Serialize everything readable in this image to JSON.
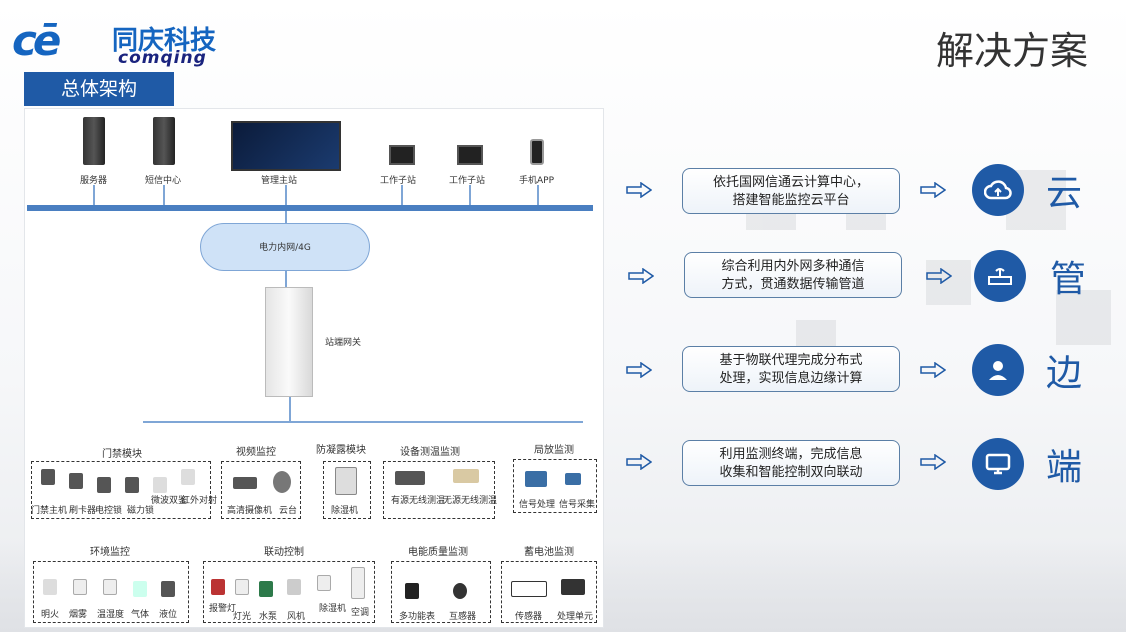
{
  "brand": {
    "mark": "cē",
    "cn": "同庆科技",
    "en": "comqing"
  },
  "title": "解决方案",
  "tag": "总体架构",
  "diagram": {
    "top_devices": [
      "服务器",
      "短信中心",
      "管理主站",
      "工作子站",
      "工作子站",
      "手机APP"
    ],
    "cloud": "电力内网/4G",
    "gateway": "站端网关",
    "modules": {
      "door": {
        "title": "门禁模块",
        "items": [
          "门禁主机",
          "刷卡器",
          "电控锁",
          "磁力锁",
          "微波双鉴",
          "红外对射"
        ]
      },
      "video": {
        "title": "视频监控",
        "items": [
          "高清摄像机",
          "云台"
        ]
      },
      "fog": {
        "title": "防凝露模块",
        "items": [
          "除湿机"
        ]
      },
      "temp": {
        "title": "设备测温监测",
        "items": [
          "有源无线测温",
          "无源无线测温"
        ]
      },
      "office": {
        "title": "局放监测",
        "items": [
          "信号处理",
          "信号采集"
        ]
      },
      "env": {
        "title": "环境监控",
        "items": [
          "明火",
          "烟雾",
          "温湿度",
          "气体",
          "液位"
        ]
      },
      "link": {
        "title": "联动控制",
        "items": [
          "报警灯",
          "灯光",
          "水泵",
          "风机",
          "除湿机",
          "空调"
        ]
      },
      "power": {
        "title": "电能质量监测",
        "items": [
          "多功能表",
          "互感器"
        ]
      },
      "battery": {
        "title": "蓄电池监测",
        "items": [
          "传感器",
          "处理单元"
        ]
      }
    }
  },
  "layers": [
    {
      "desc_lines": [
        "依托国网信通云计算中心，",
        "搭建智能监控云平台"
      ],
      "icon": "cloud-upload-icon",
      "label": "云"
    },
    {
      "desc_lines": [
        "综合利用内外网多种通信",
        "方式，贯通数据传输管道"
      ],
      "icon": "router-icon",
      "label": "管"
    },
    {
      "desc_lines": [
        "基于物联代理完成分布式",
        "处理，实现信息边缘计算"
      ],
      "icon": "user-icon",
      "label": "边"
    },
    {
      "desc_lines": [
        "利用监测终端，完成信息",
        "收集和智能控制双向联动"
      ],
      "icon": "monitor-icon",
      "label": "端"
    }
  ],
  "colors": {
    "accent": "#1f5aa6",
    "bus": "#4a7fc1"
  }
}
